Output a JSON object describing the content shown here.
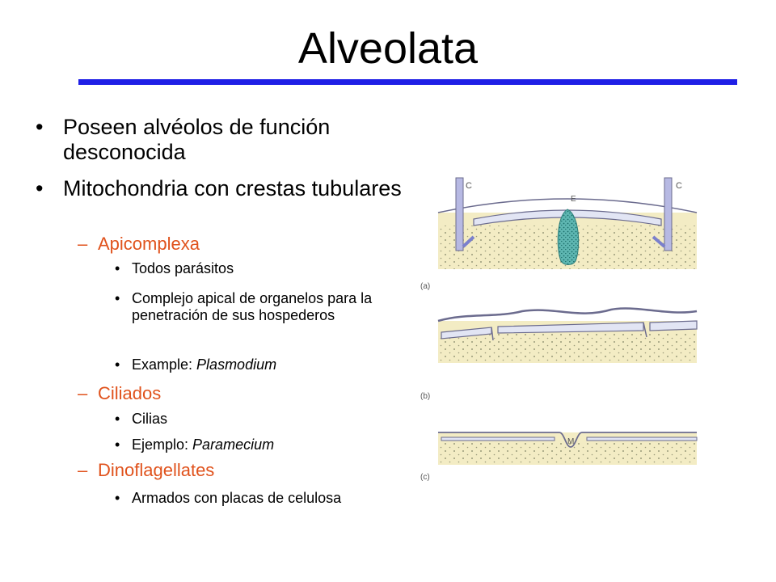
{
  "slide": {
    "title": "Alveolata",
    "bullets": [
      {
        "text": "Poseen alvéolos de función desconocida"
      },
      {
        "text": "Mitochondria con crestas tubulares"
      }
    ],
    "groups": [
      {
        "name": "Apicomplexa",
        "items": [
          {
            "text": "Todos parásitos"
          },
          {
            "text": "Complejo apical de organelos para la penetración de sus hospederos"
          },
          {
            "prefix": "Example: ",
            "italic": "Plasmodium"
          }
        ]
      },
      {
        "name": "Ciliados",
        "items": [
          {
            "text": "Cilias"
          },
          {
            "prefix": "Ejemplo: ",
            "italic": "Paramecium"
          }
        ]
      },
      {
        "name": "Dinoflagellates",
        "items": [
          {
            "text": "Armados con placas de celulosa"
          }
        ]
      }
    ]
  },
  "figure": {
    "labels": {
      "c_left": "C",
      "c_right": "C",
      "e": "E",
      "m": "M",
      "a": "(a)",
      "b": "(b)",
      "c": "(c)"
    }
  },
  "colors": {
    "rule": "#1f1fe6",
    "sublevel": "#e0521c",
    "cytoplasm": "#f3ecc4",
    "alveolus": "#e2e5f4",
    "stroke": "#6b6b8e",
    "extrusome": "#5fb7b2"
  }
}
